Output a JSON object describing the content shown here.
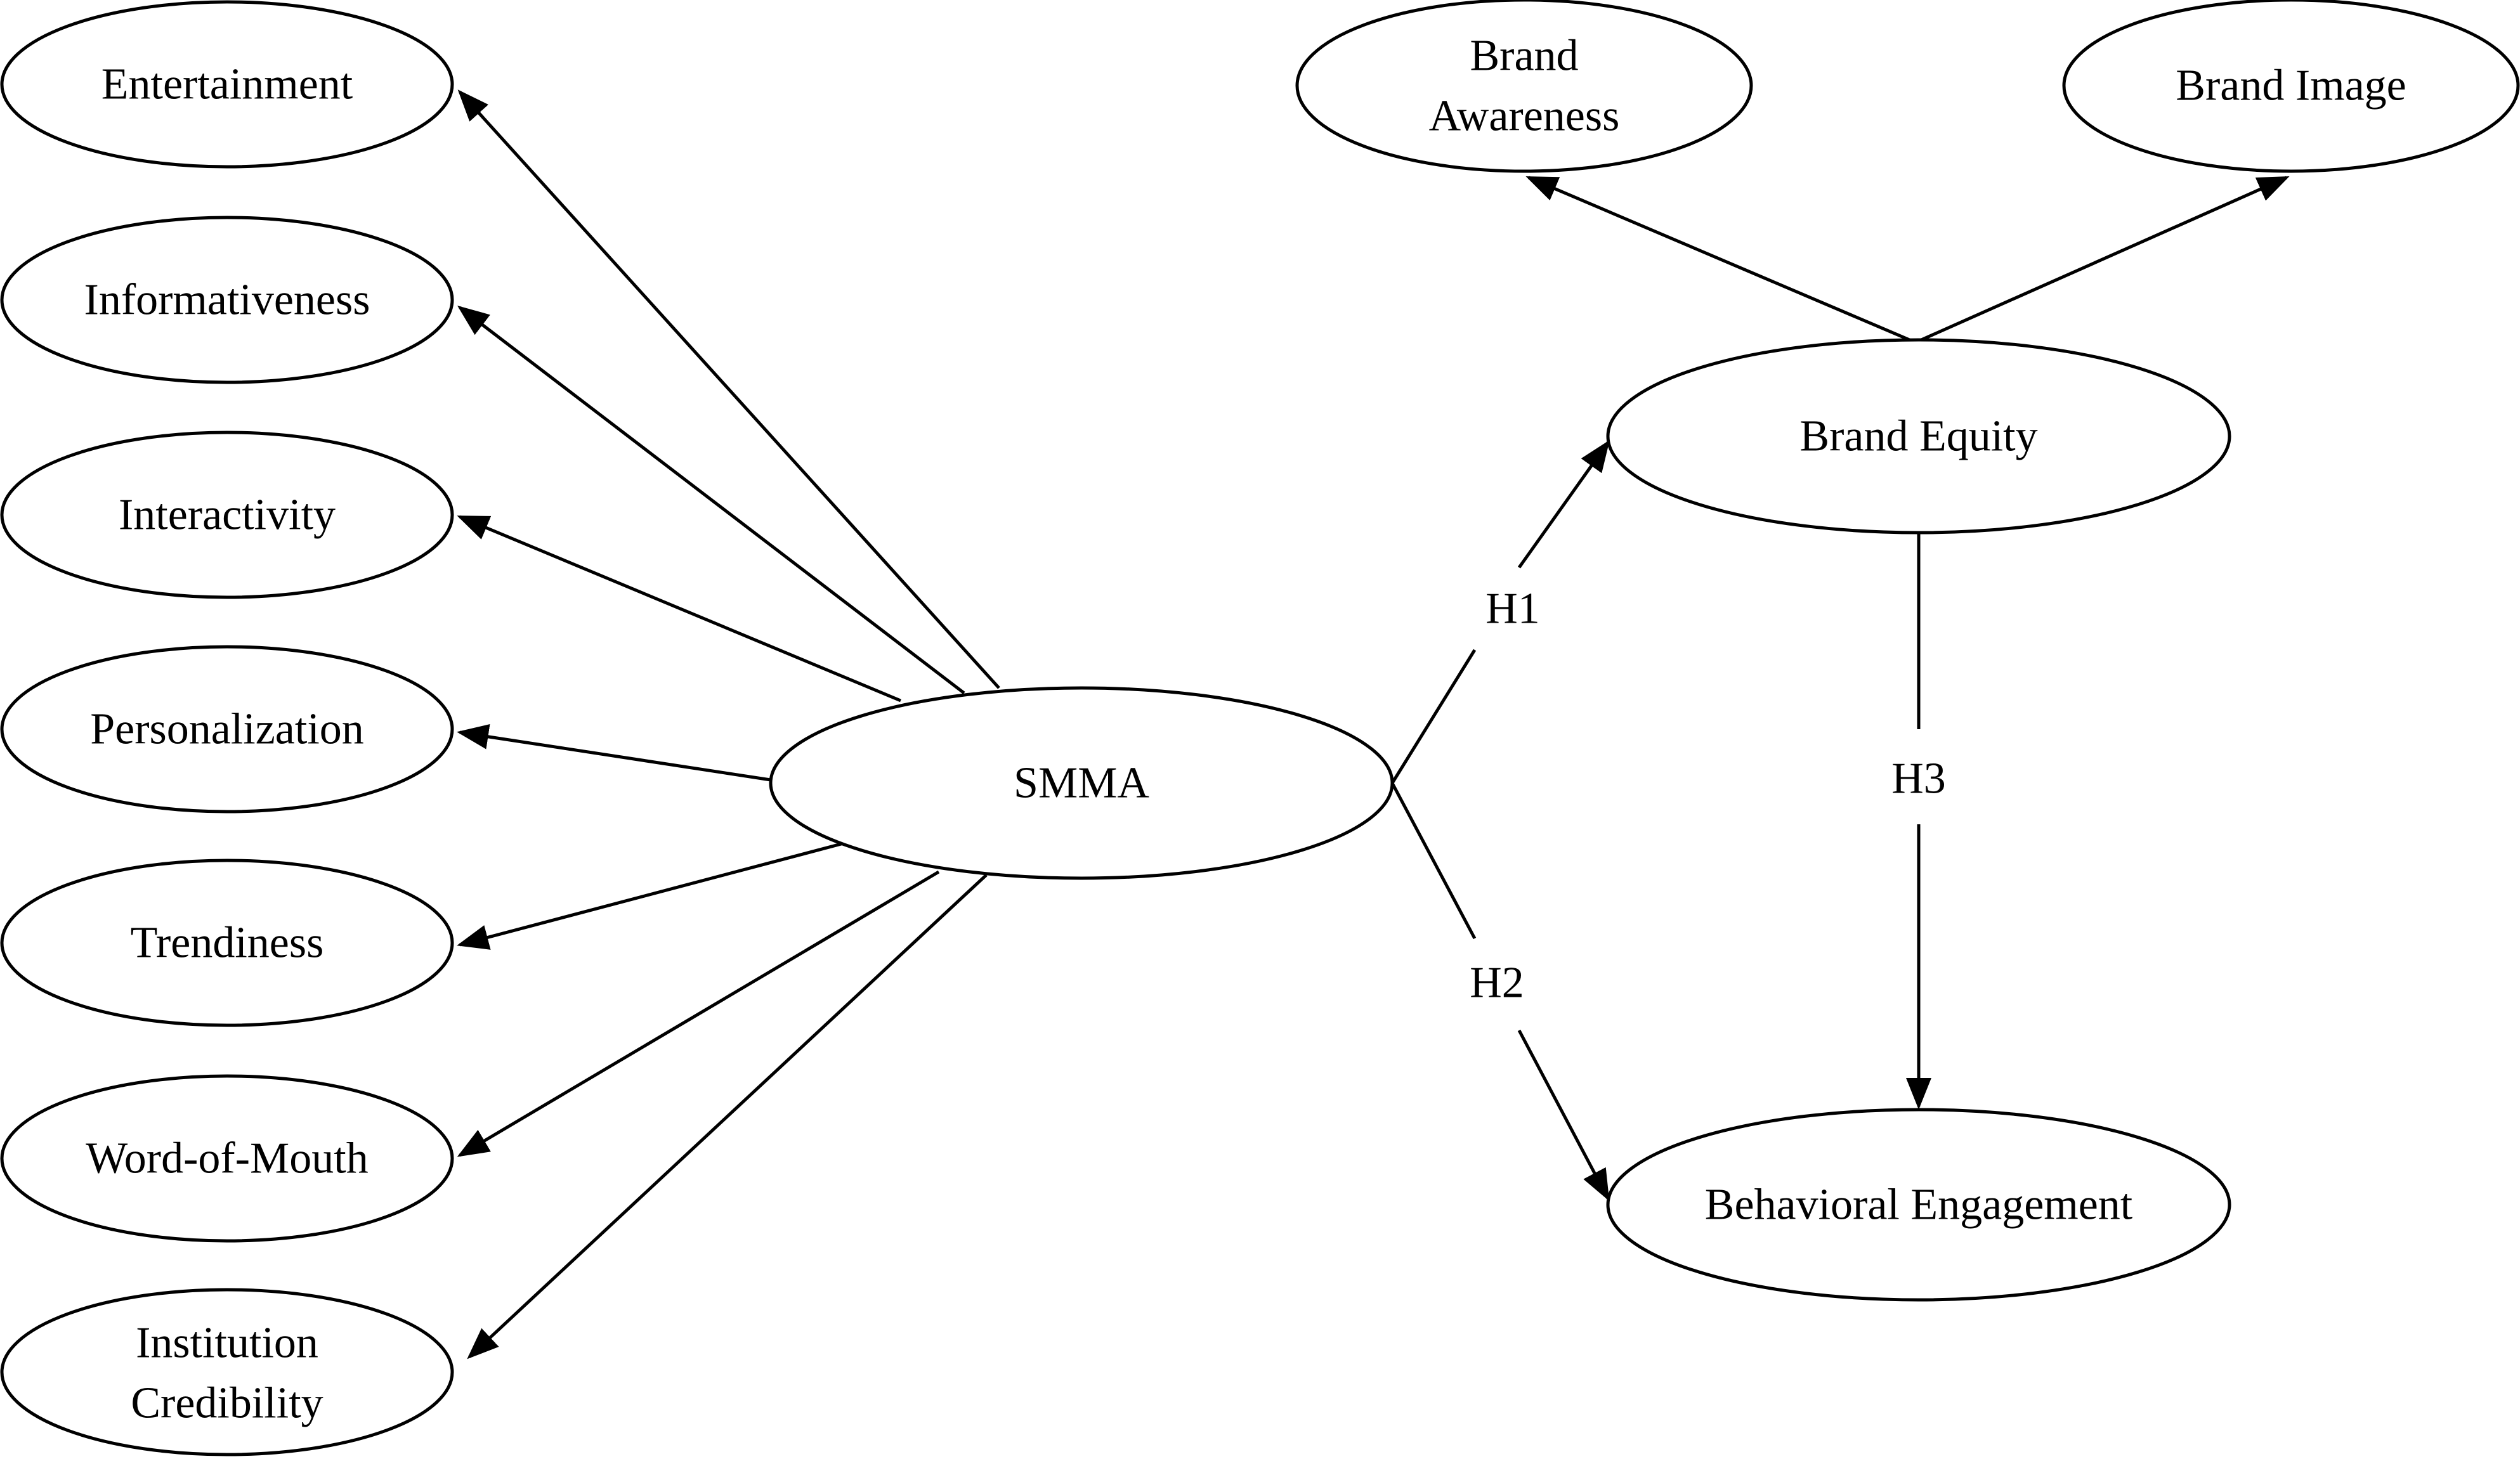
{
  "nodes": {
    "entertainment": {
      "lines": [
        "Entertainment"
      ]
    },
    "informativeness": {
      "lines": [
        "Informativeness"
      ]
    },
    "interactivity": {
      "lines": [
        "Interactivity"
      ]
    },
    "personalization": {
      "lines": [
        "Personalization"
      ]
    },
    "trendiness": {
      "lines": [
        "Trendiness"
      ]
    },
    "word_of_mouth": {
      "lines": [
        "Word-of-Mouth"
      ]
    },
    "institution_credibility": {
      "lines": [
        "Institution",
        "Credibility"
      ]
    },
    "smma": {
      "lines": [
        "SMMA"
      ]
    },
    "brand_awareness": {
      "lines": [
        "Brand",
        "Awareness"
      ]
    },
    "brand_image": {
      "lines": [
        "Brand Image"
      ]
    },
    "brand_equity": {
      "lines": [
        "Brand Equity"
      ]
    },
    "behavioral_engagement": {
      "lines": [
        "Behavioral Engagement"
      ]
    }
  },
  "edges": [
    {
      "from": "smma",
      "to": "entertainment",
      "label": ""
    },
    {
      "from": "smma",
      "to": "informativeness",
      "label": ""
    },
    {
      "from": "smma",
      "to": "interactivity",
      "label": ""
    },
    {
      "from": "smma",
      "to": "personalization",
      "label": ""
    },
    {
      "from": "smma",
      "to": "trendiness",
      "label": ""
    },
    {
      "from": "smma",
      "to": "word_of_mouth",
      "label": ""
    },
    {
      "from": "smma",
      "to": "institution_credibility",
      "label": ""
    },
    {
      "from": "smma",
      "to": "brand_equity",
      "label": "H1"
    },
    {
      "from": "smma",
      "to": "behavioral_engagement",
      "label": "H2"
    },
    {
      "from": "brand_equity",
      "to": "behavioral_engagement",
      "label": "H3"
    },
    {
      "from": "brand_equity",
      "to": "brand_awareness",
      "label": ""
    },
    {
      "from": "brand_equity",
      "to": "brand_image",
      "label": ""
    }
  ]
}
